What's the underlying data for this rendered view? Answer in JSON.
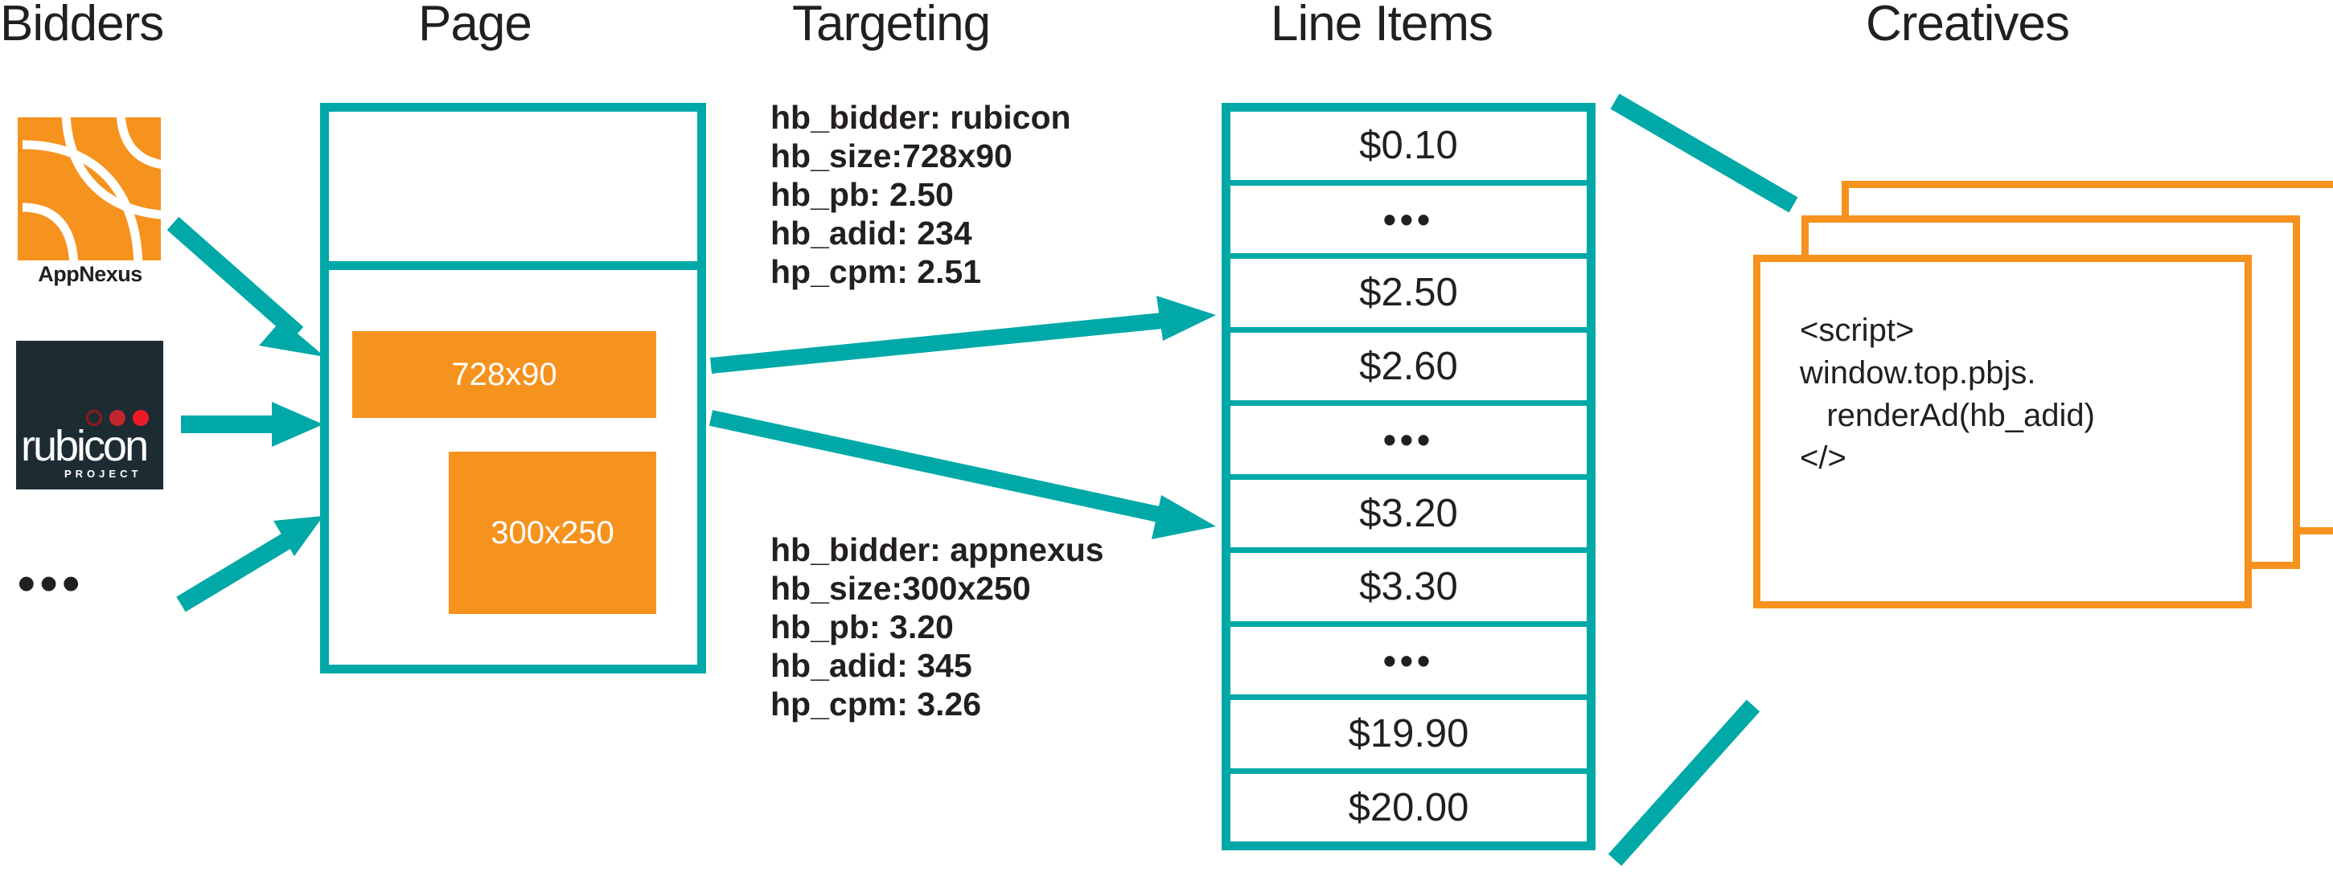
{
  "columns": [
    {
      "id": "bidders",
      "label": "Bidders"
    },
    {
      "id": "page",
      "label": "Page"
    },
    {
      "id": "targeting",
      "label": "Targeting"
    },
    {
      "id": "lineitems",
      "label": "Line Items"
    },
    {
      "id": "creatives",
      "label": "Creatives"
    }
  ],
  "bidders": {
    "appnexus": {
      "name": "AppNexus",
      "wordmark": "AppNexus",
      "logo_color": "#f6921e"
    },
    "rubicon": {
      "name": "rubicon",
      "wordmark": "rubicon",
      "sub": "PROJECT",
      "logo_bg": "#1d2b33",
      "registered": "®"
    },
    "more": "•••"
  },
  "page": {
    "slots": [
      {
        "label": "728x90",
        "color": "#f6921e"
      },
      {
        "label": "300x250",
        "color": "#f6921e"
      }
    ],
    "border_color": "#00a9a7"
  },
  "targeting": {
    "blocks": [
      {
        "id": "rubicon-targeting",
        "text": "hb_bidder: rubicon\nhb_size:728x90\nhb_pb: 2.50\nhb_adid: 234\nhp_cpm: 2.51",
        "keys": [
          {
            "key": "hb_bidder",
            "value": "rubicon"
          },
          {
            "key": "hb_size",
            "value": "728x90"
          },
          {
            "key": "hb_pb",
            "value": "2.50"
          },
          {
            "key": "hb_adid",
            "value": "234"
          },
          {
            "key": "hp_cpm",
            "value": "2.51"
          }
        ]
      },
      {
        "id": "appnexus-targeting",
        "text": "hb_bidder: appnexus\nhb_size:300x250\nhb_pb: 3.20\nhb_adid: 345\nhp_cpm: 3.26",
        "keys": [
          {
            "key": "hb_bidder",
            "value": "appnexus"
          },
          {
            "key": "hb_size",
            "value": "300x250"
          },
          {
            "key": "hb_pb",
            "value": "3.20"
          },
          {
            "key": "hb_adid",
            "value": "345"
          },
          {
            "key": "hp_cpm",
            "value": "3.26"
          }
        ]
      }
    ]
  },
  "line_items": {
    "border_color": "#00a9a7",
    "rows": [
      {
        "label": "$0.10",
        "type": "price"
      },
      {
        "label": "•••",
        "type": "ellipsis"
      },
      {
        "label": "$2.50",
        "type": "price"
      },
      {
        "label": "$2.60",
        "type": "price"
      },
      {
        "label": "•••",
        "type": "ellipsis"
      },
      {
        "label": "$3.20",
        "type": "price"
      },
      {
        "label": "$3.30",
        "type": "price"
      },
      {
        "label": "•••",
        "type": "ellipsis"
      },
      {
        "label": "$19.90",
        "type": "price"
      },
      {
        "label": "$20.00",
        "type": "price"
      }
    ]
  },
  "creatives": {
    "border_color": "#f6921e",
    "card_count": 3,
    "code": "<script>\nwindow.top.pbjs.\n   renderAd(hb_adid)\n</​>"
  },
  "theme": {
    "teal": "#00a9a7",
    "orange": "#f6921e",
    "ink": "#231f20",
    "navy": "#1d2b33",
    "background": "#ffffff"
  }
}
